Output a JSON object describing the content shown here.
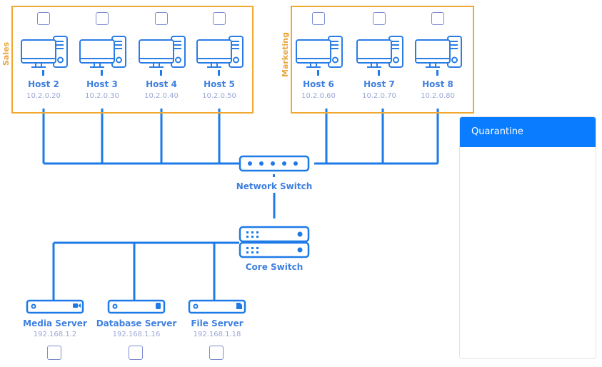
{
  "colors": {
    "accent": "#1a73e8",
    "group_border": "#f0a830",
    "quarantine_header": "#0a7cff"
  },
  "groups": [
    {
      "label": "Sales"
    },
    {
      "label": "Marketing"
    }
  ],
  "hosts": [
    {
      "name": "Host 2",
      "ip": "10.2.0.20",
      "group": "Sales",
      "icon": "desktop-computer-icon"
    },
    {
      "name": "Host 3",
      "ip": "10.2.0.30",
      "group": "Sales",
      "icon": "desktop-computer-icon"
    },
    {
      "name": "Host 4",
      "ip": "10.2.0.40",
      "group": "Sales",
      "icon": "desktop-computer-icon"
    },
    {
      "name": "Host 5",
      "ip": "10.2.0.50",
      "group": "Sales",
      "icon": "desktop-computer-icon"
    },
    {
      "name": "Host 6",
      "ip": "10.2.0.60",
      "group": "Marketing",
      "icon": "desktop-computer-icon"
    },
    {
      "name": "Host 7",
      "ip": "10.2.0.70",
      "group": "Marketing",
      "icon": "desktop-computer-icon"
    },
    {
      "name": "Host 8",
      "ip": "10.2.0.80",
      "group": "Marketing",
      "icon": "desktop-computer-icon"
    }
  ],
  "network_switch": {
    "label": "Network Switch",
    "icon": "network-switch-icon"
  },
  "core_switch": {
    "label": "Core Switch",
    "icon": "core-switch-icon"
  },
  "servers": [
    {
      "name": "Media Server",
      "ip": "192.168.1.2",
      "icon": "video-camera-icon"
    },
    {
      "name": "Database Server",
      "ip": "192.168.1.16",
      "icon": "database-icon"
    },
    {
      "name": "File Server",
      "ip": "192.168.1.18",
      "icon": "file-icon"
    }
  ],
  "quarantine": {
    "title": "Quarantine"
  }
}
